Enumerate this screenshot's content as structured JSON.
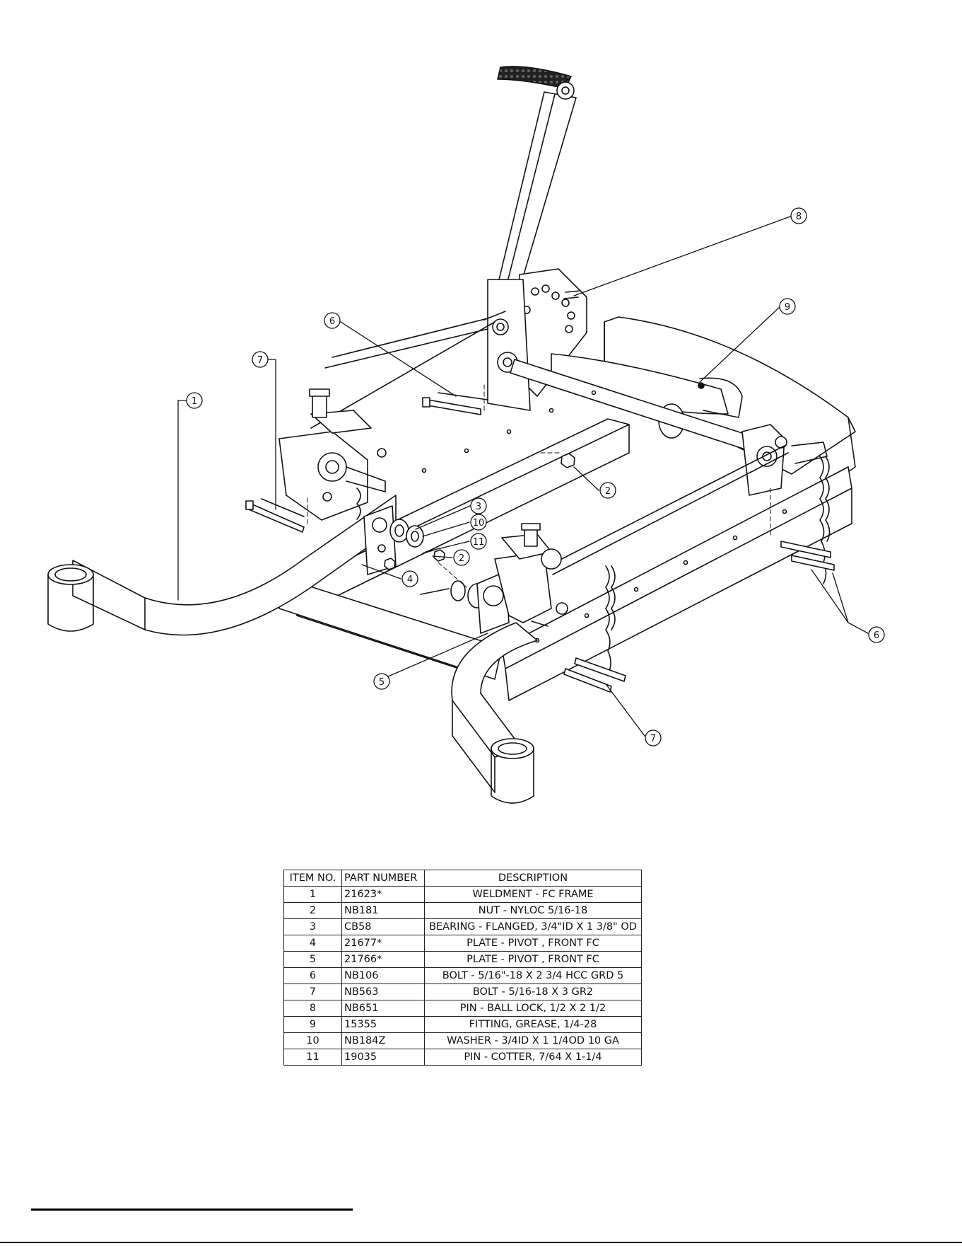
{
  "balloons": [
    {
      "label": "1"
    },
    {
      "label": "7"
    },
    {
      "label": "6"
    },
    {
      "label": "8"
    },
    {
      "label": "9"
    },
    {
      "label": "2"
    },
    {
      "label": "3"
    },
    {
      "label": "10"
    },
    {
      "label": "11"
    },
    {
      "label": "2"
    },
    {
      "label": "4"
    },
    {
      "label": "5"
    },
    {
      "label": "6"
    },
    {
      "label": "7"
    }
  ],
  "parts_table": {
    "headers": {
      "item": "ITEM NO.",
      "part": "PART NUMBER",
      "desc": "DESCRIPTION"
    },
    "rows": [
      {
        "item": "1",
        "part": "21623*",
        "desc": "WELDMENT - FC FRAME"
      },
      {
        "item": "2",
        "part": "NB181",
        "desc": "NUT - NYLOC 5/16-18"
      },
      {
        "item": "3",
        "part": "CB58",
        "desc": "BEARING - FLANGED, 3/4\"ID X 1 3/8\" OD"
      },
      {
        "item": "4",
        "part": "21677*",
        "desc": "PLATE - PIVOT , FRONT FC"
      },
      {
        "item": "5",
        "part": "21766*",
        "desc": "PLATE - PIVOT , FRONT FC"
      },
      {
        "item": "6",
        "part": "NB106",
        "desc": "BOLT - 5/16\"-18 X 2 3/4 HCC  GRD 5"
      },
      {
        "item": "7",
        "part": "NB563",
        "desc": "BOLT - 5/16-18 X 3 GR2"
      },
      {
        "item": "8",
        "part": "NB651",
        "desc": "PIN - BALL LOCK, 1/2 X 2 1/2"
      },
      {
        "item": "9",
        "part": "15355",
        "desc": "FITTING, GREASE, 1/4-28"
      },
      {
        "item": "10",
        "part": "NB184Z",
        "desc": "WASHER - 3/4ID X 1 1/4OD 10 GA"
      },
      {
        "item": "11",
        "part": "19035",
        "desc": "PIN - COTTER, 7/64 X 1-1/4"
      }
    ]
  }
}
